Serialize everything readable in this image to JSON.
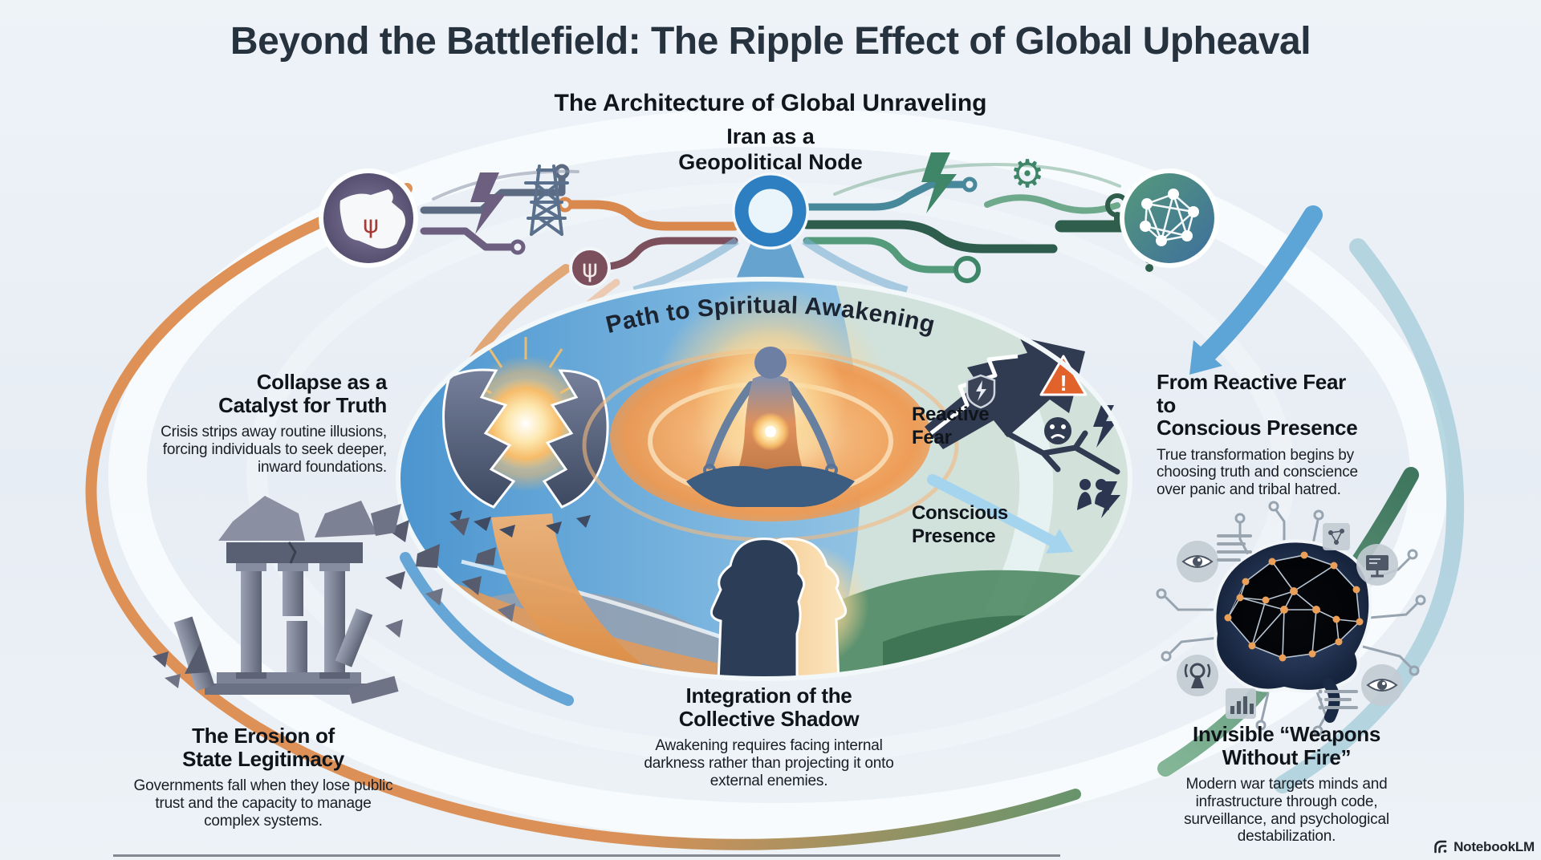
{
  "title": "Beyond the Battlefield: The Ripple Effect of Global Upheaval",
  "subtitle": "The Architecture of Global Unraveling",
  "top_node": {
    "label": "Iran as a\nGeopolitical Node"
  },
  "center": {
    "arc_label": "Path to Spiritual Awakening",
    "reactive_fear_label": "Reactive\nFear",
    "conscious_presence_label": "Conscious\nPresence"
  },
  "callouts": {
    "collapse": {
      "heading": "Collapse as a\nCatalyst for Truth",
      "body": "Crisis strips away routine illusions, forcing individuals to seek deeper, inward foundations."
    },
    "fear_to_presence": {
      "heading": "From Reactive Fear to\nConscious Presence",
      "body": "True transformation begins by choosing truth and conscience over panic and tribal hatred."
    },
    "erosion": {
      "heading": "The Erosion of\nState Legitimacy",
      "body": "Governments fall when they lose public trust and the capacity to manage complex systems."
    },
    "integration": {
      "heading": "Integration of the\nCollective Shadow",
      "body": "Awakening requires facing internal darkness rather than projecting it onto external enemies."
    },
    "invisible_weapons": {
      "heading": "Invisible “Weapons\nWithout Fire”",
      "body": "Modern war targets minds and infrastructure through code, surveillance, and psychological destabilization."
    }
  },
  "watermark": {
    "brand": "NotebookLM"
  },
  "icons": {
    "gear_glyph": "⚙",
    "warning_glyph": "!",
    "iran_emblem_glyph": "ψ"
  },
  "colors": {
    "title_ink": "#26323e",
    "ink": "#10151b",
    "accent_orange": "#dd8a50",
    "accent_green": "#4e8f68",
    "accent_blue": "#4a90c8",
    "accent_teal": "#8fc0d2",
    "node_blue": "#2e7fc2",
    "background": "#e9eff5"
  }
}
